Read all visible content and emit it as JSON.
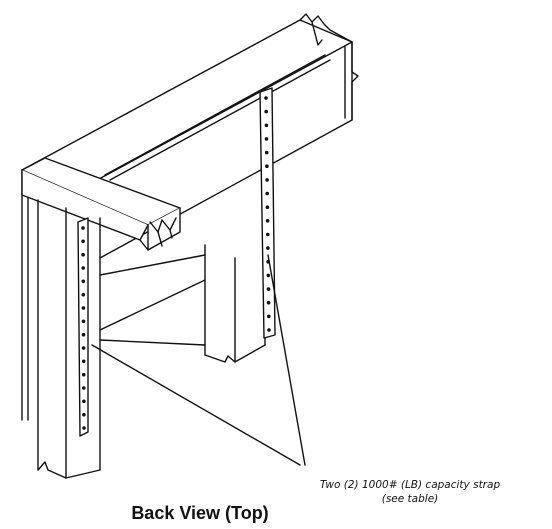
{
  "callout": {
    "line1": "Two (2) 1000# (LB) capacity strap",
    "line2": "(see table)"
  },
  "caption": "Back View (Top)",
  "colors": {
    "ink": "#111111",
    "paper": "#ffffff"
  },
  "icons": {
    "nail_holes": "nail-hole-dots"
  }
}
